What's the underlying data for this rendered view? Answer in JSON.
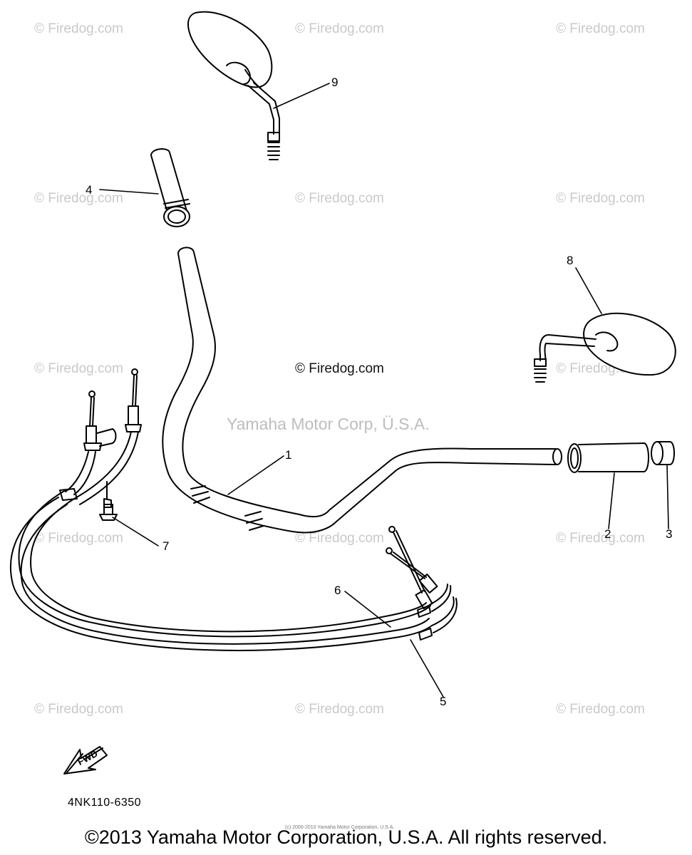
{
  "watermark_text": "© Firedog.com",
  "center_watermark": "© Firedog.com",
  "yamaha_watermark": "Yamaha Motor Corp, Ü.S.A.",
  "callouts": {
    "c1": "1",
    "c2": "2",
    "c3": "3",
    "c4": "4",
    "c5": "5",
    "c6": "6",
    "c7": "7",
    "c8": "8",
    "c9": "9"
  },
  "fwd_label": "FWD",
  "part_number": "4NK110-6350",
  "small_notice": "(c) 2000-2010 Yamaha Motor Corporation, U.S.A.",
  "copyright": "©2013 Yamaha Motor Corporation, U.S.A. All rights reserved."
}
